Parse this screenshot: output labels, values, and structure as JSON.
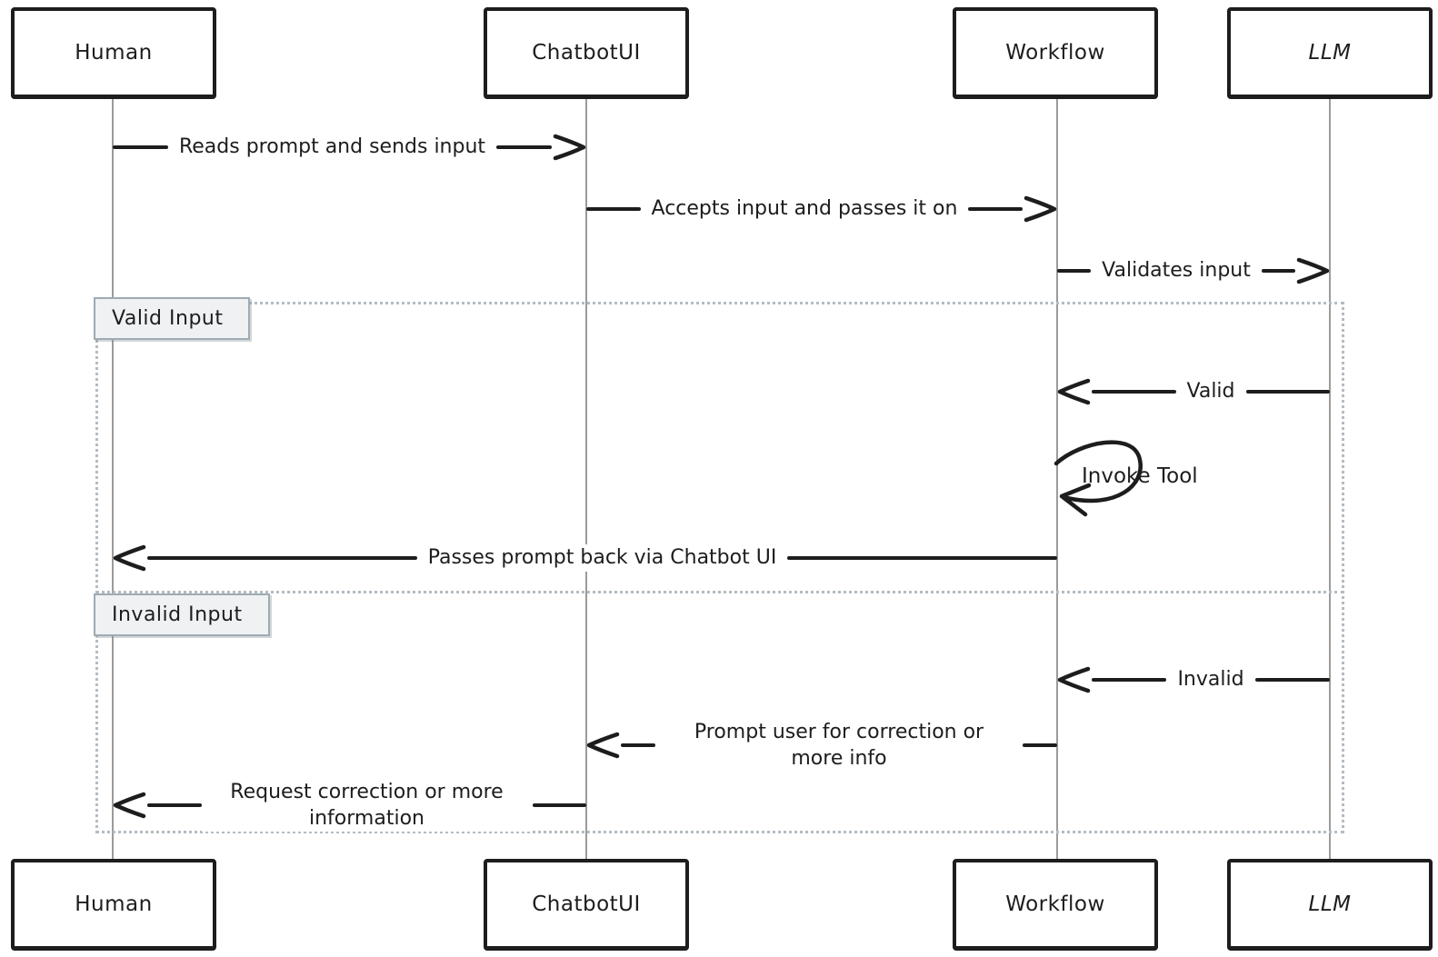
{
  "diagram_type": "sequence-diagram",
  "actors": [
    {
      "id": "human",
      "label": "Human"
    },
    {
      "id": "chatbotui",
      "label": "ChatbotUI"
    },
    {
      "id": "workflow",
      "label": "Workflow"
    },
    {
      "id": "llm",
      "label": "LLM"
    }
  ],
  "messages": [
    {
      "from": "Human",
      "to": "ChatbotUI",
      "direction": "right",
      "label": "Reads prompt and sends input"
    },
    {
      "from": "ChatbotUI",
      "to": "Workflow",
      "direction": "right",
      "label": "Accepts input and passes it on"
    },
    {
      "from": "Workflow",
      "to": "LLM",
      "direction": "right",
      "label": "Validates input"
    },
    {
      "from": "LLM",
      "to": "Workflow",
      "direction": "left",
      "label": "Valid"
    },
    {
      "from": "Workflow",
      "to": "Workflow",
      "direction": "self",
      "label": "Invoke Tool"
    },
    {
      "from": "Workflow",
      "to": "Human",
      "direction": "left",
      "label": "Passes prompt back via Chatbot UI"
    },
    {
      "from": "LLM",
      "to": "Workflow",
      "direction": "left",
      "label": "Invalid"
    },
    {
      "from": "Workflow",
      "to": "ChatbotUI",
      "direction": "left",
      "label": "Prompt user for correction or more info"
    },
    {
      "from": "ChatbotUI",
      "to": "Human",
      "direction": "left",
      "label": "Request correction or more information"
    }
  ],
  "frames": [
    {
      "label": "Valid Input"
    },
    {
      "label": "Invalid Input"
    }
  ],
  "colors": {
    "ink": "#1d1d1d",
    "lifeline": "#9b9b9b",
    "frame_border": "#b4bcc3",
    "frame_label_fill": "#eff1f3",
    "frame_label_border": "#9fabb2",
    "background": "#ffffff"
  }
}
